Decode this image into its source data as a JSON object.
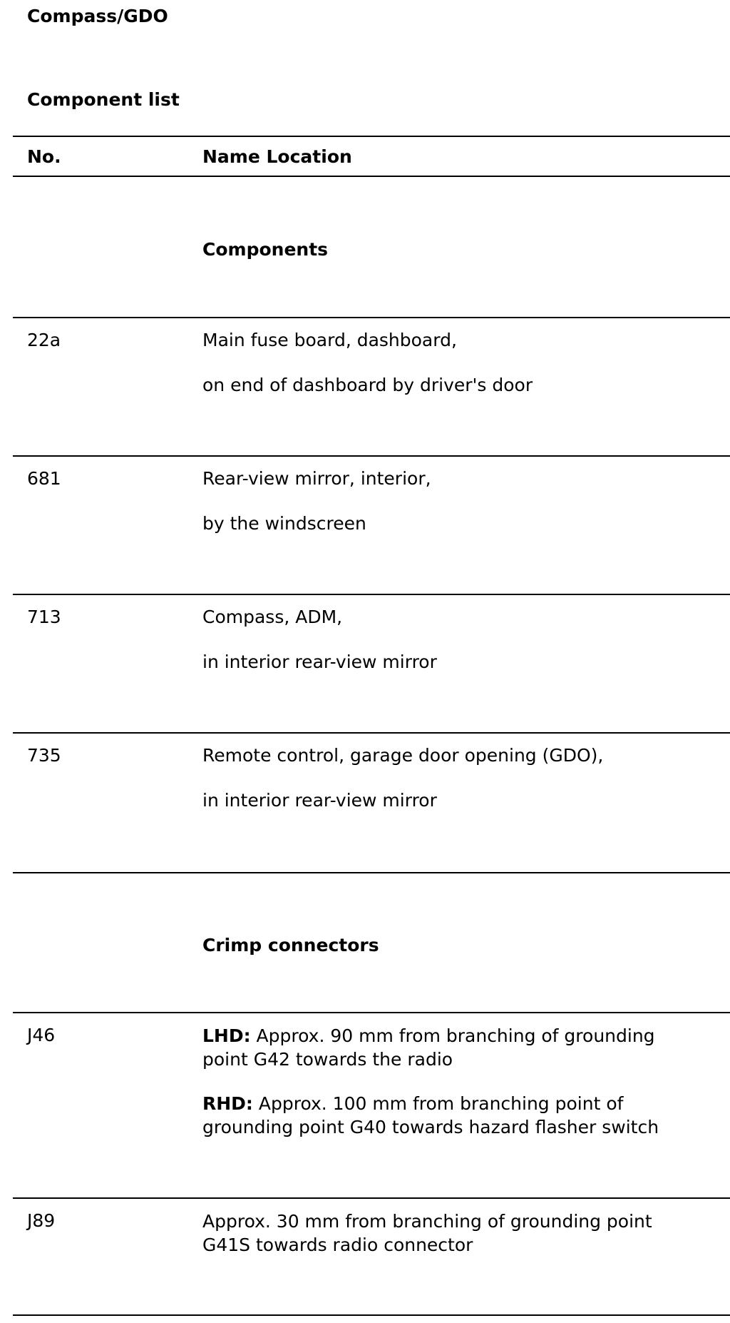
{
  "title": "Compass/GDO",
  "section_title": "Component list",
  "table": {
    "headers": {
      "no": "No.",
      "name_location": "Name Location"
    },
    "groups": [
      {
        "label": "Components",
        "rows": [
          {
            "no": "22a",
            "name": "Main fuse board, dashboard,",
            "location": "on end of dashboard by driver's door"
          },
          {
            "no": "681",
            "name": "Rear-view mirror, interior,",
            "location": "by the windscreen"
          },
          {
            "no": "713",
            "name": "Compass, ADM,",
            "location": "in interior rear-view mirror"
          },
          {
            "no": "735",
            "name": "Remote control, garage door opening (GDO),",
            "location": "in interior rear-view mirror"
          }
        ]
      },
      {
        "label": "Crimp connectors",
        "rows": [
          {
            "no": "J46",
            "lhd_tag": "LHD:",
            "lhd_line1": " Approx. 90 mm from branching of grounding",
            "lhd_line2": "point G42 towards the radio",
            "rhd_tag": "RHD:",
            "rhd_line1": " Approx. 100 mm from branching point of",
            "rhd_line2": "grounding point G40 towards hazard flasher switch"
          },
          {
            "no": "J89",
            "line1": "Approx. 30 mm from branching of grounding point",
            "line2": "G41S towards radio connector"
          }
        ]
      }
    ]
  }
}
